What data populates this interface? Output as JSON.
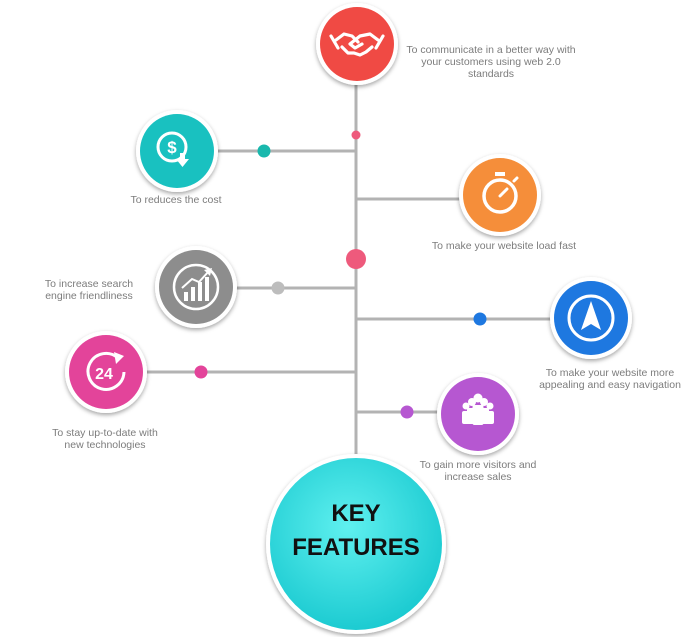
{
  "hub": {
    "line1": "KEY",
    "line2": "FEATURES"
  },
  "colors": {
    "stem": "#b3b3b3",
    "hub": "#2fd6dc",
    "red": "#f04a44",
    "teal": "#19c1c0",
    "orange": "#f58e3a",
    "gray": "#8d8d8d",
    "blue": "#1e78e0",
    "magenta": "#e3449a",
    "violet": "#b657d1",
    "pink_dot": "#ee5a7c"
  },
  "features": [
    {
      "id": "communicate",
      "icon": "handshake-icon",
      "lines": [
        "To communicate in a better way with",
        "your customers using web 2.0",
        "standards"
      ]
    },
    {
      "id": "cost",
      "icon": "dollar-down-icon",
      "lines": [
        "To reduces the cost"
      ]
    },
    {
      "id": "speed",
      "icon": "stopwatch-icon",
      "lines": [
        "To make your website load fast"
      ]
    },
    {
      "id": "seo",
      "icon": "growth-chart-icon",
      "lines": [
        "To increase search",
        "engine friendliness"
      ]
    },
    {
      "id": "navigation",
      "icon": "navigation-arrow-icon",
      "lines": [
        "To make your website more",
        "appealing and easy navigation"
      ]
    },
    {
      "id": "uptodate",
      "icon": "24-hours-icon",
      "lines": [
        "To stay up-to-date with",
        "new technologies"
      ]
    },
    {
      "id": "visitors",
      "icon": "people-group-icon",
      "lines": [
        "To gain more visitors and",
        "increase sales"
      ]
    }
  ]
}
